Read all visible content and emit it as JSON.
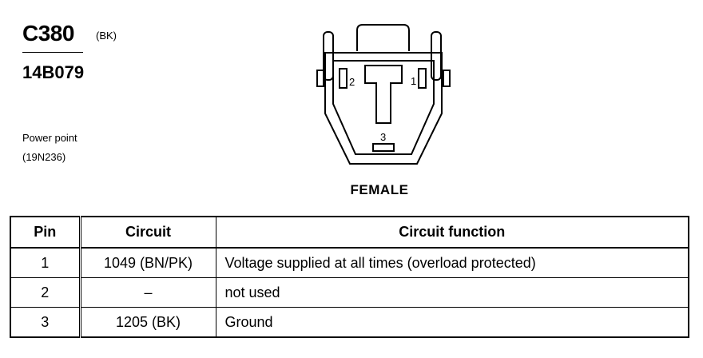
{
  "connector": {
    "id": "C380",
    "color": "(BK)",
    "part_number": "14B079",
    "description_line1": "Power point",
    "description_line2": "(19N236)"
  },
  "diagram": {
    "pin_labels": [
      "2",
      "1",
      "3"
    ],
    "view_label": "FEMALE"
  },
  "table": {
    "headers": [
      "Pin",
      "Circuit",
      "Circuit function"
    ],
    "rows": [
      {
        "pin": "1",
        "circuit": "1049 (BN/PK)",
        "function": "Voltage supplied at all times (overload protected)"
      },
      {
        "pin": "2",
        "circuit": "–",
        "function": "not used"
      },
      {
        "pin": "3",
        "circuit": "1205 (BK)",
        "function": "Ground"
      }
    ]
  }
}
